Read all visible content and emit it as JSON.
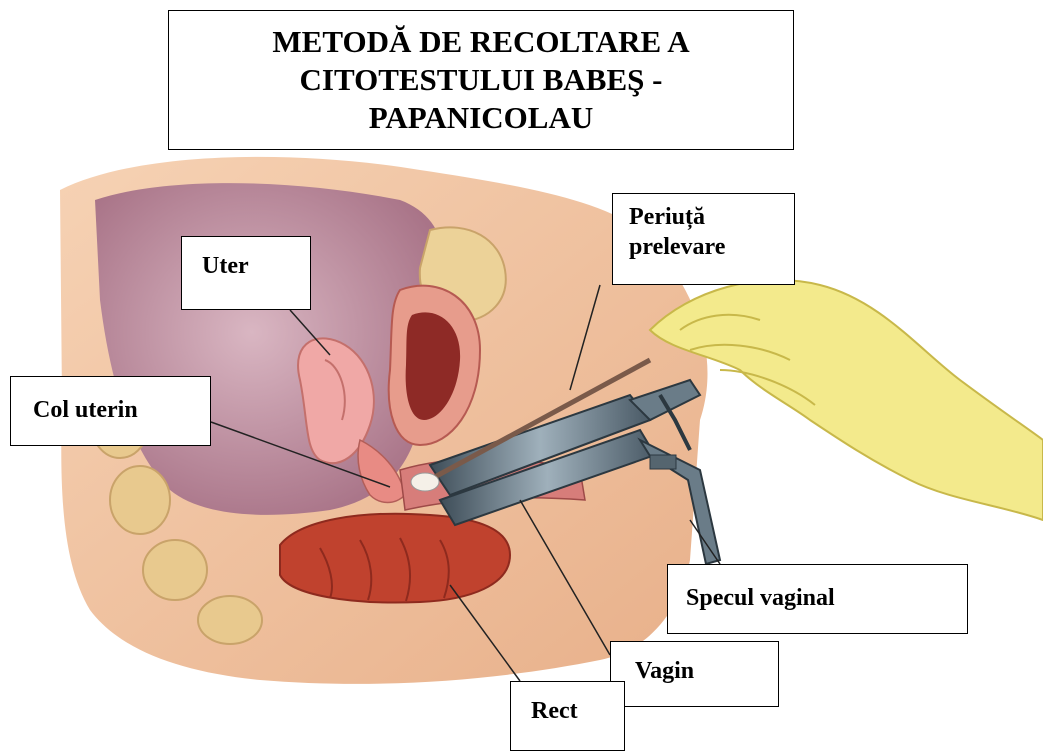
{
  "title": "METODĂ DE RECOLTARE A\nCITOTESTULUI BABEŞ -\nPAPANICOLAU",
  "labels": {
    "uter": "Uter",
    "col_uterin": "Col uterin",
    "periuta": "Periuță\nprelevare",
    "specul": "Specul vaginal",
    "vagin": "Vagin",
    "rect": "Rect"
  },
  "colors": {
    "skin": "#f2c4a0",
    "pelvis_bg": "#c79aa6",
    "bone": "#e6c78a",
    "tissue_pink": "#e89a90",
    "rectum_red": "#b83a2a",
    "speculum_metal": "#5a6c78",
    "glove_yellow": "#f3ea8c"
  }
}
